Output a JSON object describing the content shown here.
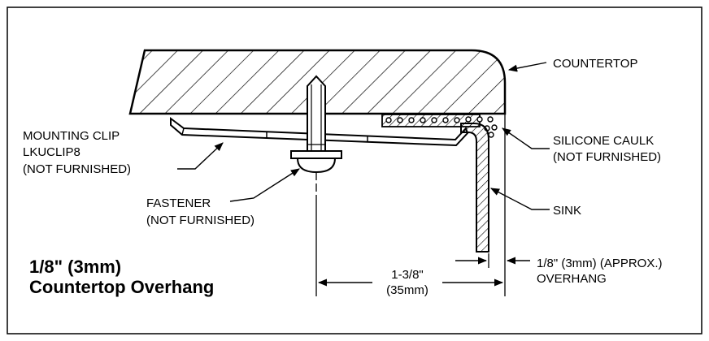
{
  "labels": {
    "countertop": "COUNTERTOP",
    "mounting_clip_1": "MOUNTING CLIP",
    "mounting_clip_2": "LKUCLIP8",
    "mounting_clip_3": "(NOT FURNISHED)",
    "silicone_1": "SILICONE CAULK",
    "silicone_2": "(NOT FURNISHED)",
    "fastener_1": "FASTENER",
    "fastener_2": "(NOT FURNISHED)",
    "sink": "SINK",
    "dim_main_1": "1-3/8\"",
    "dim_main_2": "(35mm)",
    "overhang_1": "1/8\" (3mm) (APPROX.)",
    "overhang_2": "OVERHANG"
  },
  "title": {
    "line1": "1/8\" (3mm)",
    "line2": "Countertop Overhang"
  }
}
